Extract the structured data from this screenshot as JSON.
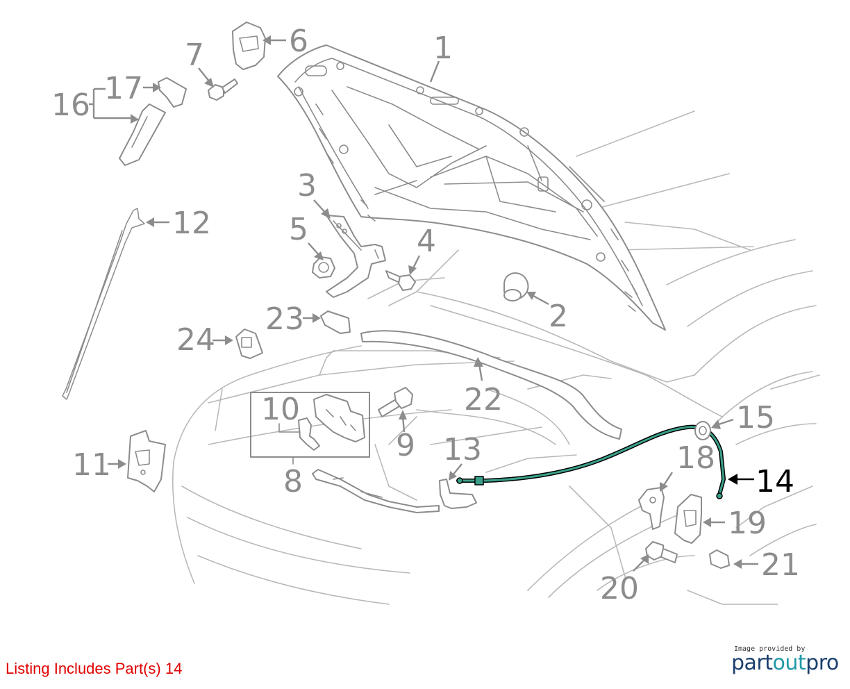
{
  "diagram": {
    "callouts": [
      "1",
      "2",
      "3",
      "4",
      "5",
      "6",
      "7",
      "8",
      "9",
      "10",
      "11",
      "12",
      "13",
      "14",
      "15",
      "16",
      "17",
      "18",
      "19",
      "20",
      "21",
      "22",
      "23",
      "24"
    ],
    "highlighted_part": "14",
    "highlight_color": "#3aa08a",
    "line_color": "#8c8c8c"
  },
  "listing_text": "Listing Includes Part(s) 14",
  "listing_color": "#e00000",
  "credit": {
    "small": "Image provided by",
    "brand_part1": "part",
    "brand_part2": "out",
    "brand_part3": "pro",
    "brand_dark": "#1c3f6e",
    "brand_accent": "#1f9aa8"
  }
}
